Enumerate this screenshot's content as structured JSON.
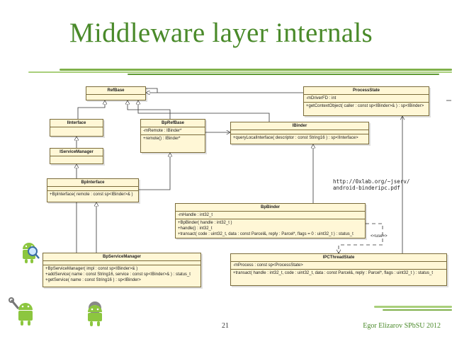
{
  "slide": {
    "title": "Middleware layer internals",
    "page_number": "21",
    "credit": "Egor Elizarov SPbSU 2012"
  },
  "note": {
    "line1": "http://0xlab.org/~jserv/",
    "line2": "android-binderipc.pdf"
  },
  "uses_label": "<<use>>",
  "classes": {
    "refbase": {
      "name": "RefBase"
    },
    "processstate": {
      "name": "ProcessState",
      "attributes": [
        "-mDriverFD : int"
      ],
      "operations": [
        "+getContextObject( caller : const sp<IBinder>& ) : sp<IBinder>"
      ]
    },
    "iinterface": {
      "name": "IInterface"
    },
    "bprefbase": {
      "name": "BpRefBase",
      "attributes": [
        "-mRemote : IBinder*"
      ],
      "operations": [
        "+remote() : IBinder*"
      ]
    },
    "ibinder": {
      "name": "IBinder",
      "operations": [
        "+queryLocalInterface( descriptor : const String16 ) : sp<IInterface>"
      ]
    },
    "iservicemanager": {
      "name": "IServiceManager"
    },
    "bpinterface": {
      "name": "BpInterface",
      "operations": [
        "+BpInterface( remote : const sp<IBinder>& )"
      ]
    },
    "bpbinder": {
      "name": "BpBinder",
      "attributes": [
        "-mHandle : int32_t"
      ],
      "operations": [
        "+BpBinder( handle : int32_t )",
        "+handle() : int32_t",
        "+transact( code : uint32_t, data : const Parcel&, reply : Parcel*, flags = 0 : uint32_t ) : status_t"
      ]
    },
    "bpservicemanager": {
      "name": "BpServiceManager",
      "operations": [
        "+BpServiceManager( impl : const sp<IBinder>& )",
        "+addService( name : const String16, service : const sp<IBinder>& ) : status_t",
        "+getService( name : const String16 ) : sp<IBinder>"
      ]
    },
    "ipcthreadstate": {
      "name": "IPCThreadState",
      "attributes": [
        "-mProcess : const sp<ProcessState>"
      ],
      "operations": [
        "+transact( handle : int32_t, code : uint32_t, data : const Parcel&, reply : Parcel*, flags : uint32_t ) : status_t"
      ]
    }
  },
  "colors": {
    "title_green": "#4a8a2a",
    "box_fill": "#fff7d6",
    "box_border": "#7a6b3a"
  },
  "icons": [
    "android-robot-magnifier-icon",
    "android-robot-wrench-icon",
    "android-robot-gear-icon"
  ]
}
